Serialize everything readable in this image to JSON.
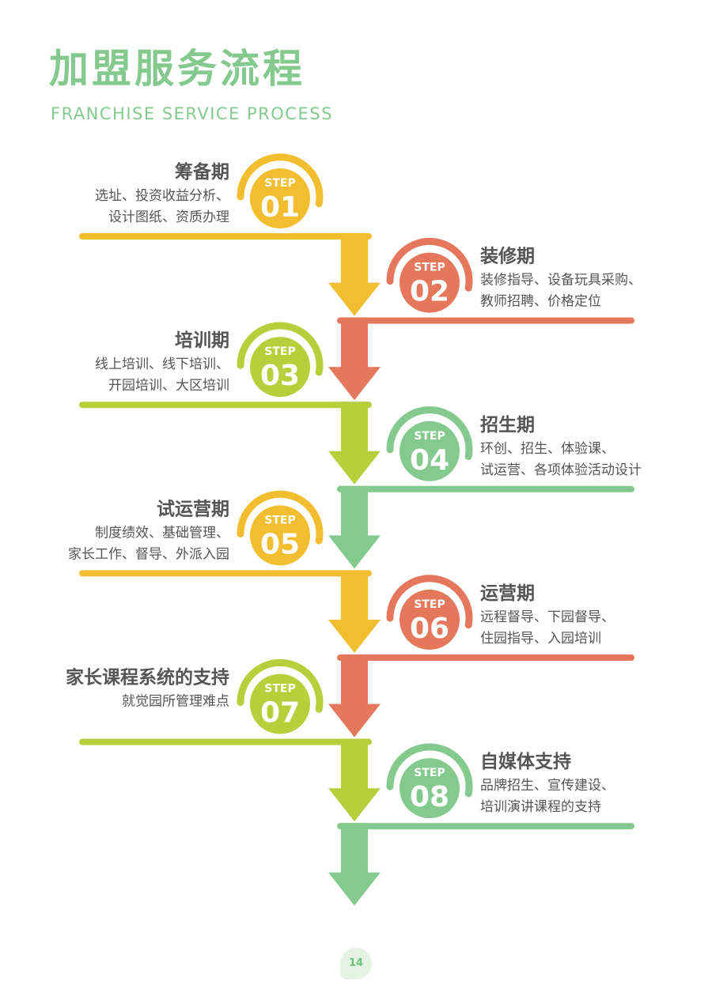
{
  "header": {
    "title": "加盟服务流程",
    "subtitle": "FRANCHISE SERVICE PROCESS"
  },
  "colors": {
    "yellow": "#f2bd2f",
    "orange": "#e5775c",
    "lime": "#b7cf3b",
    "green": "#84c98e"
  },
  "steps": [
    {
      "label": "STEP",
      "number": "01",
      "title": "筹备期",
      "lines": [
        "选址、投资收益分析、",
        "设计图纸、资质办理"
      ],
      "color": "yellow"
    },
    {
      "label": "STEP",
      "number": "02",
      "title": "装修期",
      "lines": [
        "装修指导、设备玩具采购、",
        "教师招聘、价格定位"
      ],
      "color": "orange"
    },
    {
      "label": "STEP",
      "number": "03",
      "title": "培训期",
      "lines": [
        "线上培训、线下培训、",
        "开园培训、大区培训"
      ],
      "color": "lime"
    },
    {
      "label": "STEP",
      "number": "04",
      "title": "招生期",
      "lines": [
        "环创、招生、体验课、",
        "试运营、各项体验活动设计"
      ],
      "color": "green"
    },
    {
      "label": "STEP",
      "number": "05",
      "title": "试运营期",
      "lines": [
        "制度绩效、基础管理、",
        "家长工作、督导、外派入园"
      ],
      "color": "yellow"
    },
    {
      "label": "STEP",
      "number": "06",
      "title": "运营期",
      "lines": [
        "远程督导、下园督导、",
        "住园指导、入园培训"
      ],
      "color": "orange"
    },
    {
      "label": "STEP",
      "number": "07",
      "title": "家长课程系统的支持",
      "lines": [
        "就觉园所管理难点"
      ],
      "color": "lime"
    },
    {
      "label": "STEP",
      "number": "08",
      "title": "自媒体支持",
      "lines": [
        "品牌招生、宣传建设、",
        "培训演讲课程的支持"
      ],
      "color": "green"
    }
  ],
  "footer": {
    "page_number": "14"
  }
}
